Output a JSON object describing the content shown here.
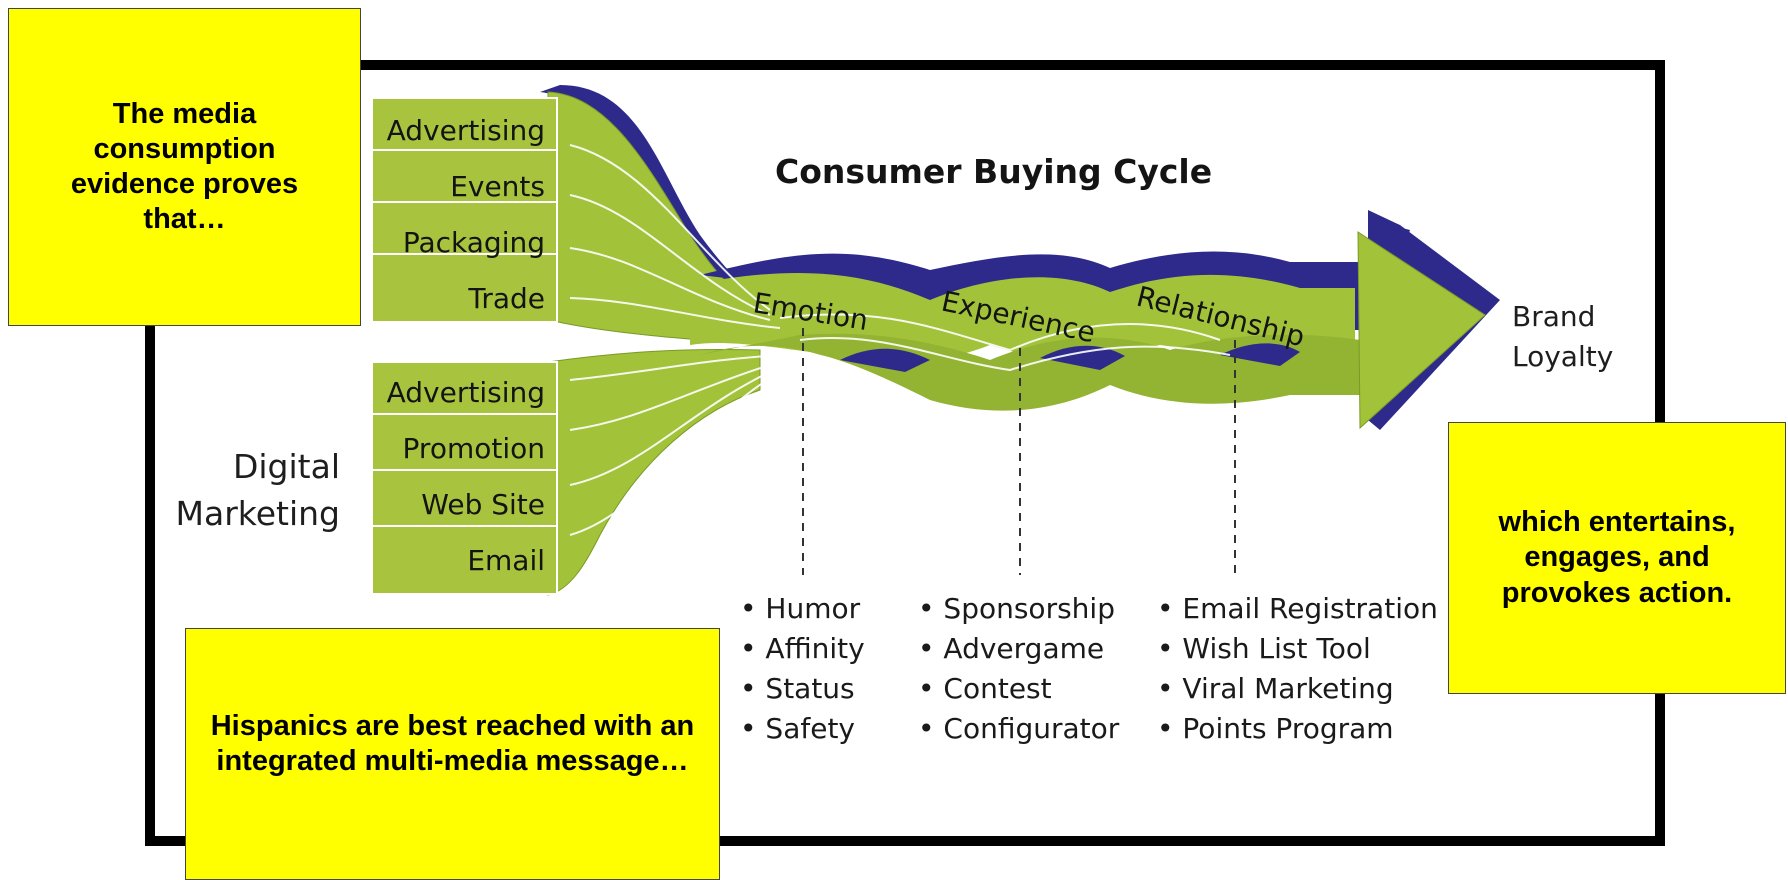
{
  "diagram": {
    "title": "Consumer Buying Cycle",
    "traditional_channels": [
      "Advertising",
      "Events",
      "Packaging",
      "Trade"
    ],
    "digital_channels": [
      "Advertising",
      "Promotion",
      "Web Site",
      "Email"
    ],
    "digital_label_line1": "Digital",
    "digital_label_line2": "Marketing",
    "stages": [
      {
        "name": "Emotion",
        "tactics": [
          "Humor",
          "Affinity",
          "Status",
          "Safety"
        ]
      },
      {
        "name": "Experience",
        "tactics": [
          "Sponsorship",
          "Advergame",
          "Contest",
          "Configurator"
        ]
      },
      {
        "name": "Relationship",
        "tactics": [
          "Email Registration",
          "Wish List Tool",
          "Viral Marketing",
          "Points Program"
        ]
      }
    ],
    "outcome_line1": "Brand",
    "outcome_line2": "Loyalty",
    "colors": {
      "green": "#a2c23a",
      "green_dark": "#7a9a26",
      "shadow": "#2e2a8c",
      "box": "#a8c43e"
    }
  },
  "callouts": {
    "top_left": "The media consumption evidence proves that…",
    "bottom_left": "Hispanics are best reached with an integrated multi-media message…",
    "right": "which entertains, engages, and provokes action.",
    "color": "#ffff00"
  }
}
